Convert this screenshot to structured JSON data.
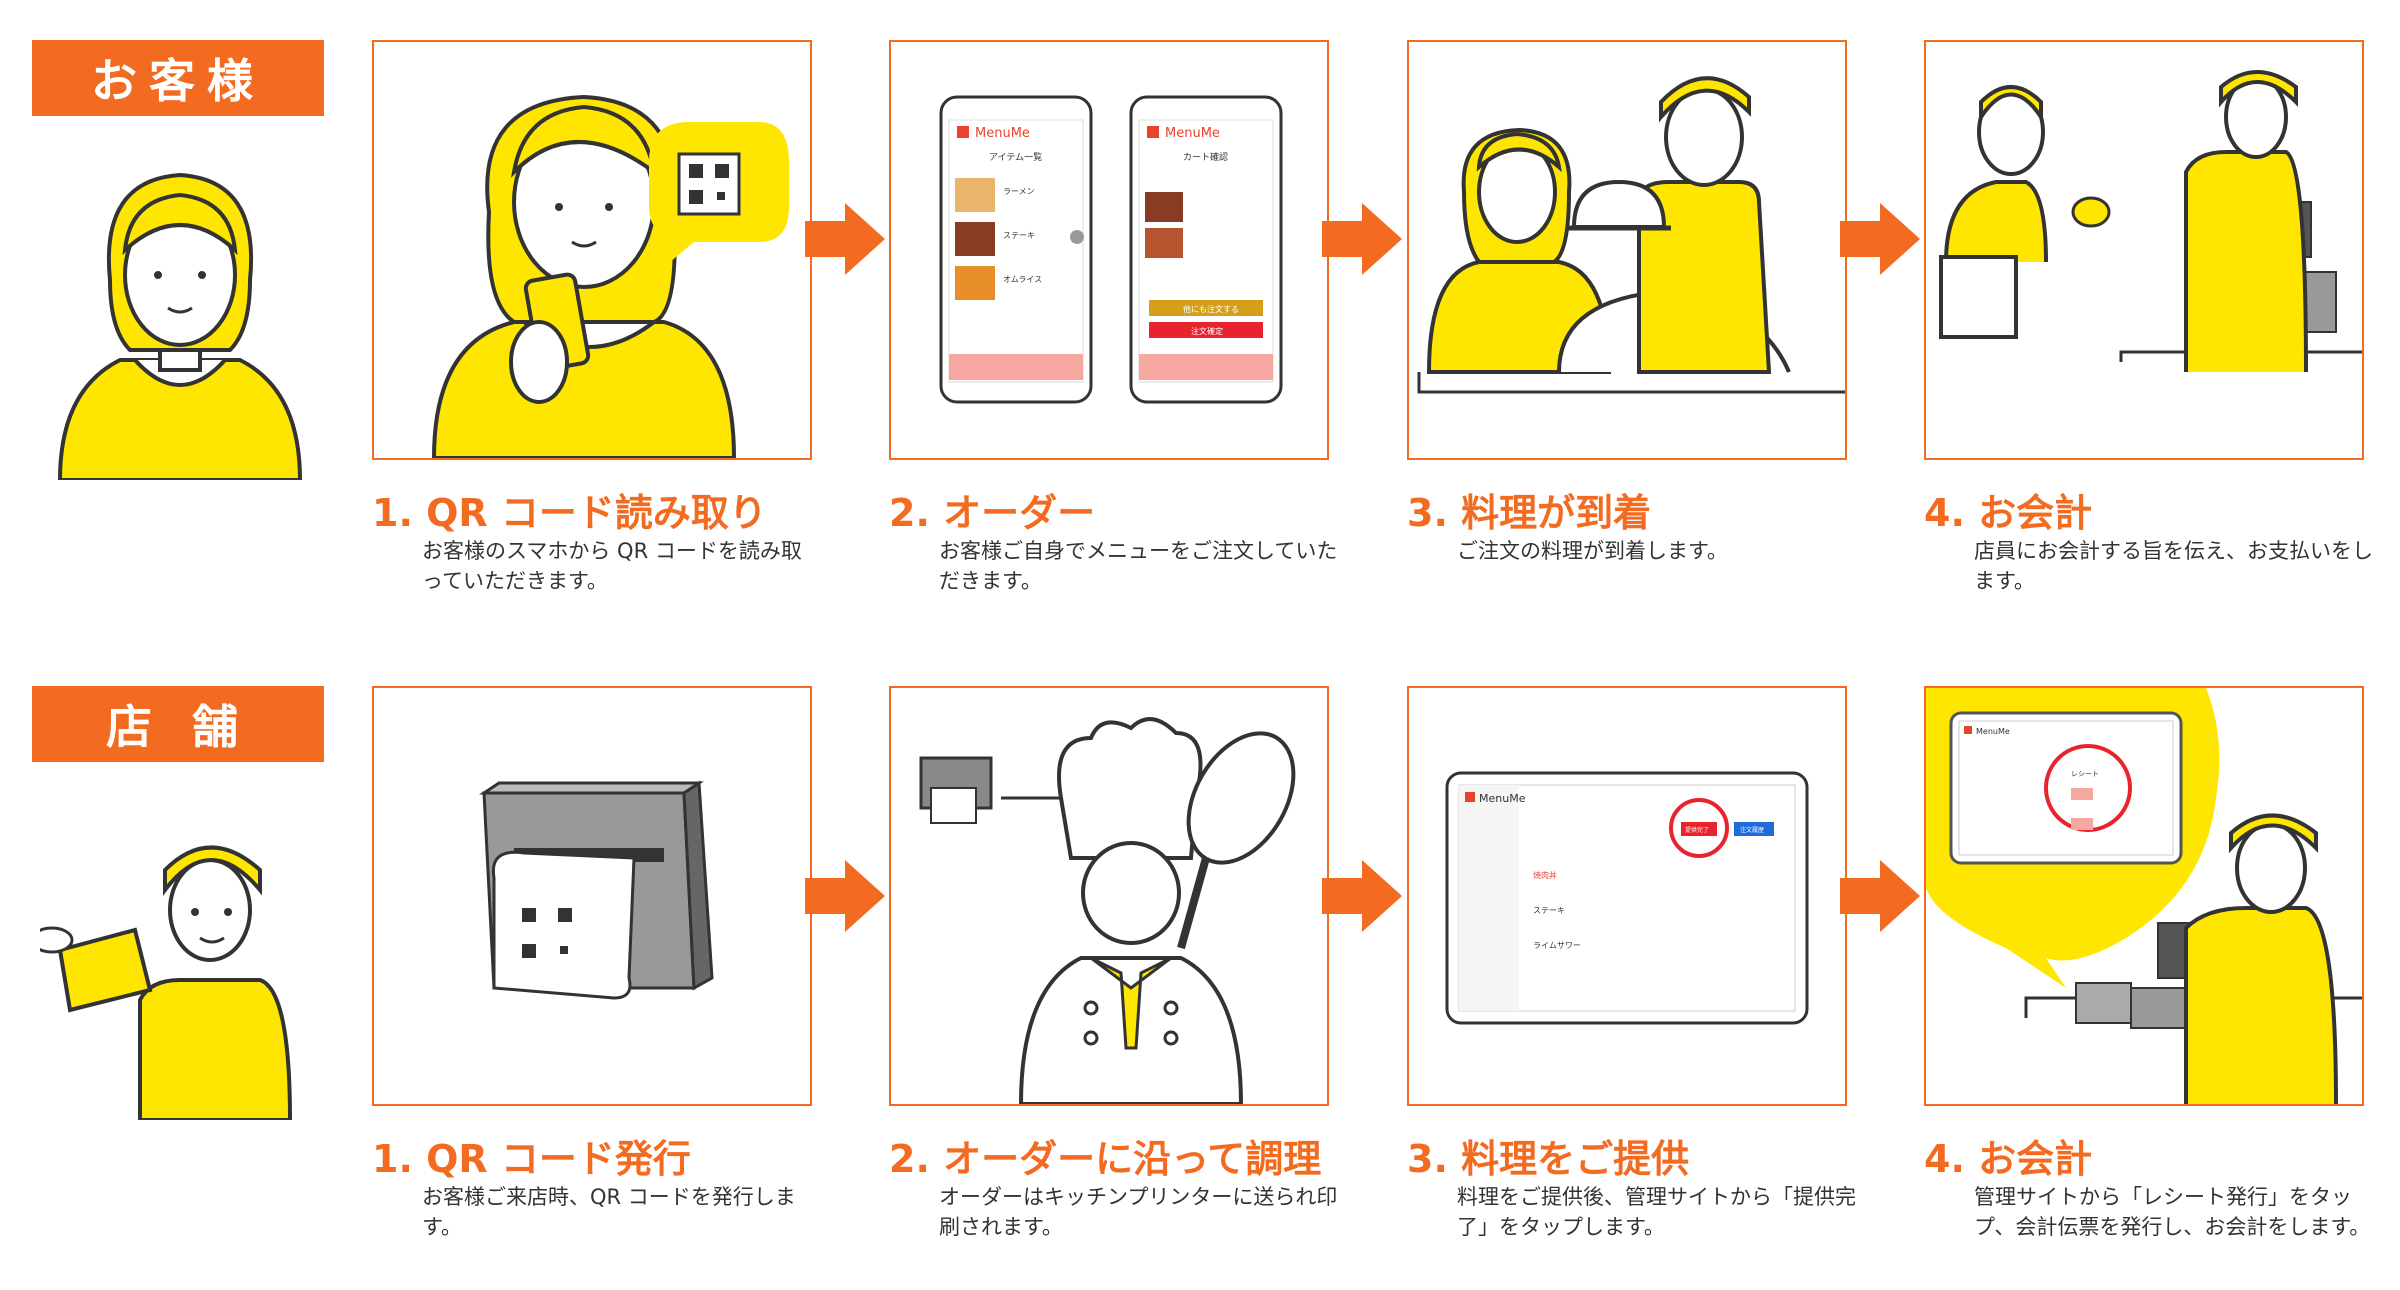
{
  "rows": [
    {
      "label": "お客様",
      "steps": [
        {
          "title": "1. QR コード読み取り",
          "desc": "お客様のスマホから QR コードを読み取っていただきます。"
        },
        {
          "title": "2. オーダー",
          "desc": "お客様ご自身でメニューをご注文していただきます。"
        },
        {
          "title": "3. 料理が到着",
          "desc": "ご注文の料理が到着します。"
        },
        {
          "title": "4. お会計",
          "desc": "店員にお会計する旨を伝え、お支払いをします。"
        }
      ]
    },
    {
      "label": "店 舗",
      "steps": [
        {
          "title": "1. QR コード発行",
          "desc": "お客様ご来店時、QR コードを発行します。"
        },
        {
          "title": "2. オーダーに沿って調理",
          "desc": "オーダーはキッチンプリンターに送られ印刷されます。"
        },
        {
          "title": "3. 料理をご提供",
          "desc": "料理をご提供後、管理サイトから「提供完了」をタップします。"
        },
        {
          "title": "4. お会計",
          "desc": "管理サイトから「レシート発行」をタップ、会計伝票を発行し、お会計をします。"
        }
      ]
    }
  ],
  "screens": {
    "brand": "MenuMe",
    "phone1_heading": "アイテム一覧",
    "phone1_items": [
      "ラーメン",
      "ステーキ",
      "オムライス"
    ],
    "phone2_heading": "カート確認",
    "phone2_button1": "他にも注文する",
    "phone2_button2": "注文確定",
    "tablet_items": [
      "焼肉丼",
      "ステーキ",
      "ライムサワー"
    ],
    "tablet_button1": "提供完了",
    "tablet_button2": "注文履歴",
    "receipt_label": "レシート"
  },
  "colors": {
    "accent": "#f26b21",
    "yellow": "#ffe600",
    "ink": "#333333"
  }
}
